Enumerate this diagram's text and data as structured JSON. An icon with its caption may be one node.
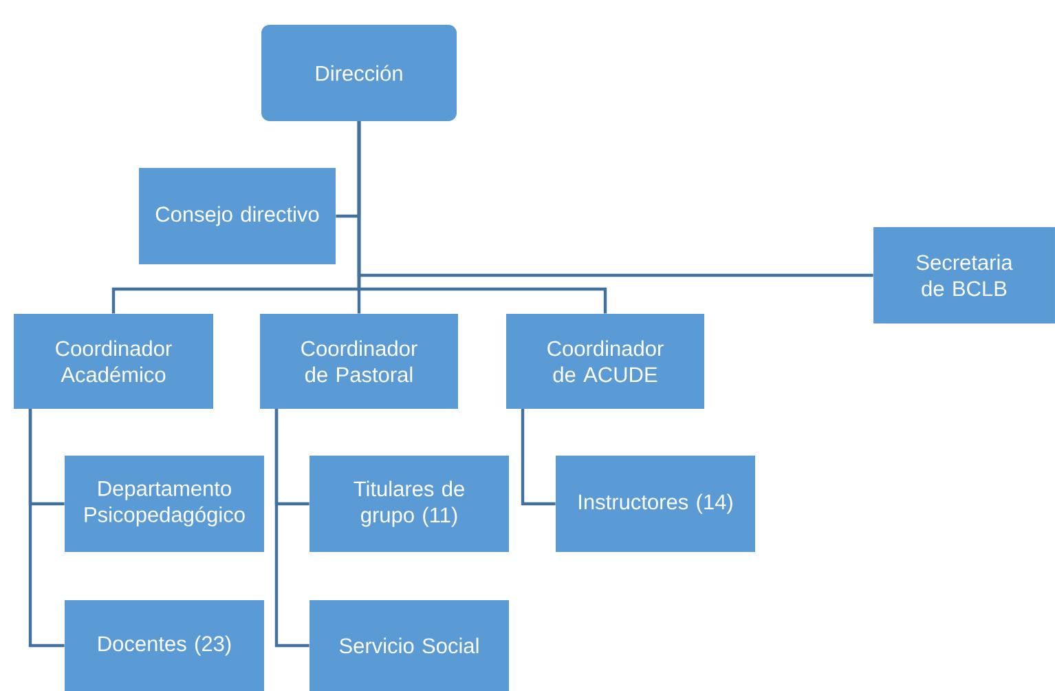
{
  "diagram": {
    "nodes": [
      {
        "text": [
          "Dirección"
        ]
      },
      {
        "text": [
          "Consejo directivo"
        ]
      },
      {
        "text": [
          "Secretaria de BCLB"
        ]
      },
      {
        "text": [
          "Coordinador Académico"
        ]
      },
      {
        "text": [
          "Coordinador de Pastoral"
        ]
      },
      {
        "text": [
          "Coordinador de ACUDE"
        ]
      },
      {
        "text": [
          "Departamento Psicopedagógico"
        ]
      },
      {
        "text": [
          "Docentes (23)"
        ]
      },
      {
        "text": [
          "Titulares de grupo (11)"
        ]
      },
      {
        "text": [
          "Servicio Social"
        ]
      },
      {
        "text": [
          "Instructores (14)"
        ]
      }
    ],
    "edges": [
      {
        "from": 0,
        "to": 1,
        "arrow": "none"
      },
      {
        "from": 0,
        "to": 2,
        "arrow": "none"
      },
      {
        "from": 0,
        "to": 3,
        "arrow": "none"
      },
      {
        "from": 0,
        "to": 4,
        "arrow": "none"
      },
      {
        "from": 0,
        "to": 5,
        "arrow": "none"
      },
      {
        "from": 3,
        "to": 6,
        "arrow": "none"
      },
      {
        "from": 3,
        "to": 7,
        "arrow": "none"
      },
      {
        "from": 4,
        "to": 8,
        "arrow": "none"
      },
      {
        "from": 4,
        "to": 9,
        "arrow": "none"
      },
      {
        "from": 5,
        "to": 10,
        "arrow": "none"
      }
    ]
  }
}
